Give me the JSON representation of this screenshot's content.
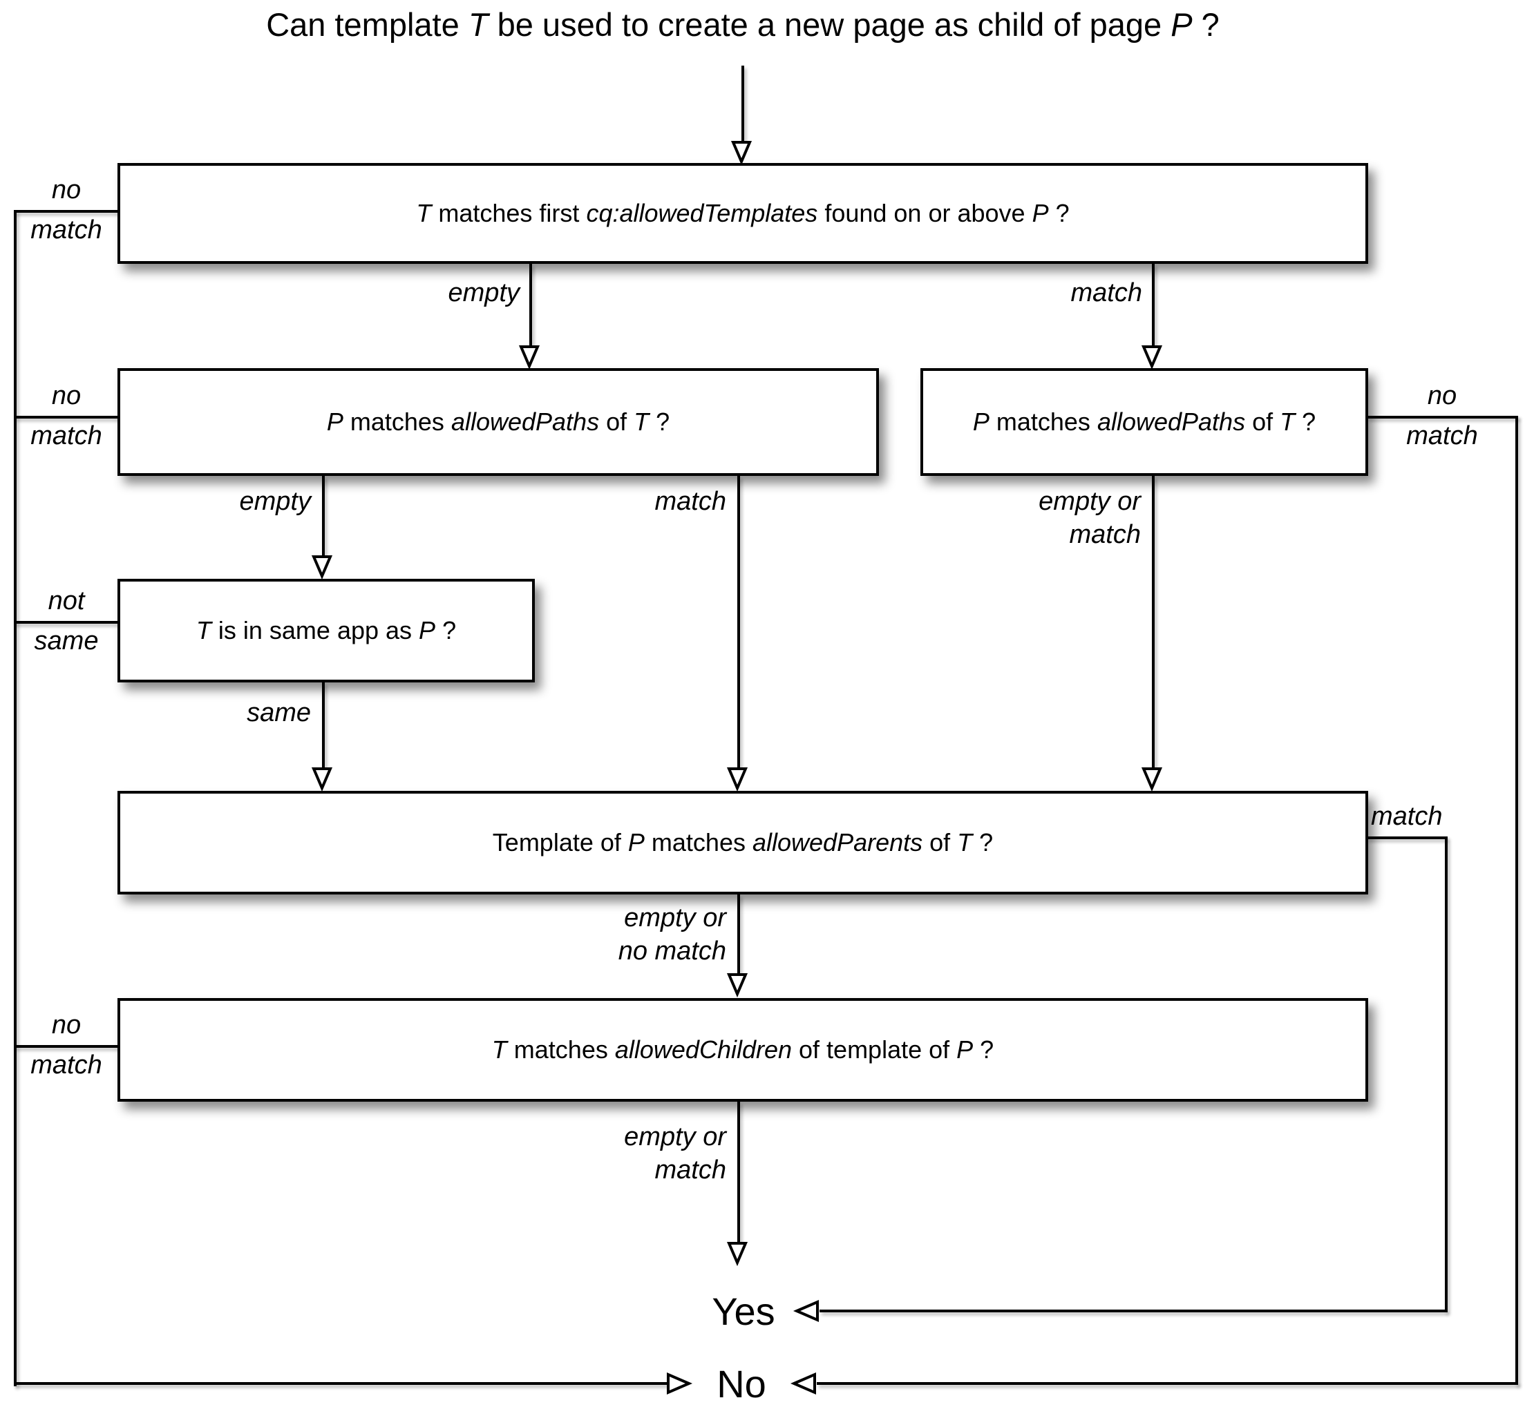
{
  "title": {
    "s0": "Can template ",
    "s1": "T",
    "s2": " be used to create a new page as child of page ",
    "s3": "P",
    "s4": " ?"
  },
  "boxes": {
    "allowed_templates": {
      "s0": "T",
      "s1": " matches first ",
      "s2": "cq:allowedTemplates",
      "s3": " found on or above ",
      "s4": "P",
      "s5": " ?"
    },
    "allowed_paths_left": {
      "s0": "P",
      "s1": " matches ",
      "s2": "allowedPaths",
      "s3": " of ",
      "s4": "T",
      "s5": " ?"
    },
    "allowed_paths_right": {
      "s0": "P",
      "s1": " matches ",
      "s2": "allowedPaths",
      "s3": " of ",
      "s4": "T",
      "s5": " ?"
    },
    "same_app": {
      "s0": "T",
      "s1": " is in same app as ",
      "s2": "P",
      "s3": " ?"
    },
    "allowed_parents": {
      "s0": "Template of ",
      "s1": "P",
      "s2": " matches ",
      "s3": "allowedParents",
      "s4": " of ",
      "s5": "T",
      "s6": " ?"
    },
    "allowed_children": {
      "s0": "T",
      "s1": " matches ",
      "s2": "allowedChildren",
      "s3": " of template of ",
      "s4": "P",
      "s5": " ?"
    }
  },
  "labels": {
    "b1_left_l1": "no",
    "b1_left_l2": "match",
    "b1_empty": "empty",
    "b1_match": "match",
    "b2_left_l1": "no",
    "b2_left_l2": "match",
    "b2_empty": "empty",
    "b2_match": "match",
    "b3_right_l1": "no",
    "b3_right_l2": "match",
    "b3_down_l1": "empty or",
    "b3_down_l2": "match",
    "b4_left_l1": "not",
    "b4_left_l2": "same",
    "b4_same": "same",
    "b5_match": "match",
    "b5_down_l1": "empty or",
    "b5_down_l2": "no match",
    "b6_left_l1": "no",
    "b6_left_l2": "match",
    "b6_down_l1": "empty or",
    "b6_down_l2": "match"
  },
  "terminals": {
    "yes": "Yes",
    "no": "No"
  },
  "colors": {
    "background": "#ffffff",
    "box_fill": "#ffffff",
    "line": "#000000",
    "text": "#000000"
  }
}
